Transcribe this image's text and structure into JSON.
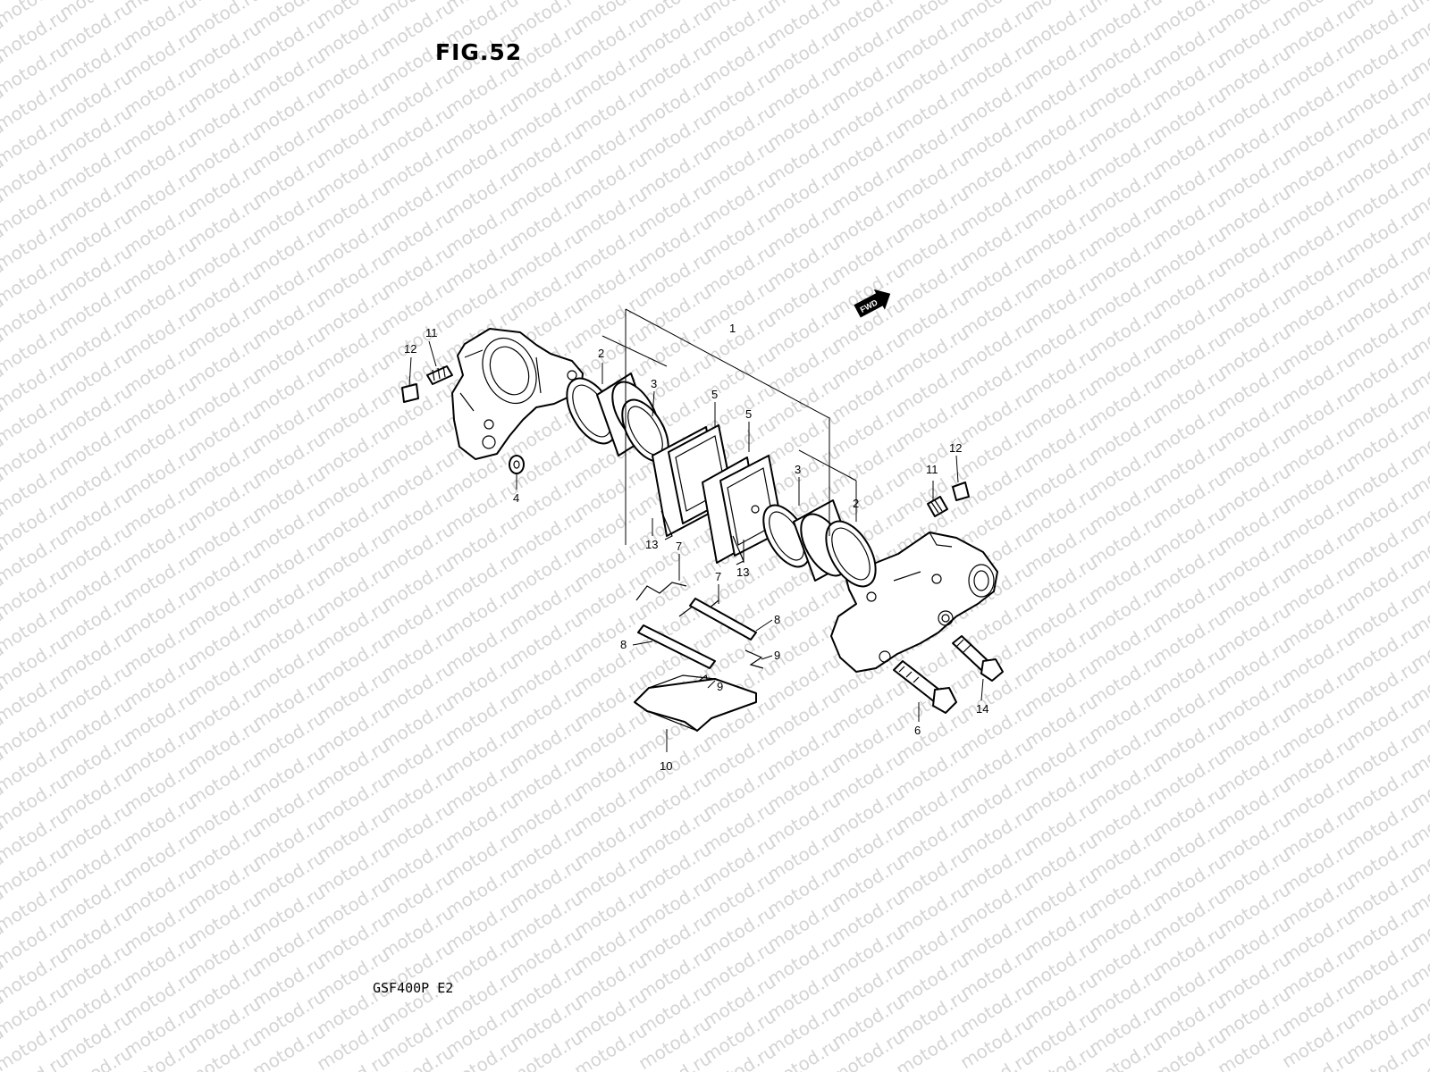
{
  "figure_title": "FIG.52",
  "model_code": "GSF400P  E2",
  "watermark": "motod.ru",
  "direction_badge": "FWD",
  "callouts": {
    "c1": "1",
    "c2a": "2",
    "c2b": "2",
    "c3a": "3",
    "c3b": "3",
    "c4": "4",
    "c5a": "5",
    "c5b": "5",
    "c6": "6",
    "c7a": "7",
    "c7b": "7",
    "c8a": "8",
    "c8b": "8",
    "c9a": "9",
    "c9b": "9",
    "c10": "10",
    "c11a": "11",
    "c11b": "11",
    "c12a": "12",
    "c12b": "12",
    "c13a": "13",
    "c13b": "13",
    "c14": "14"
  }
}
